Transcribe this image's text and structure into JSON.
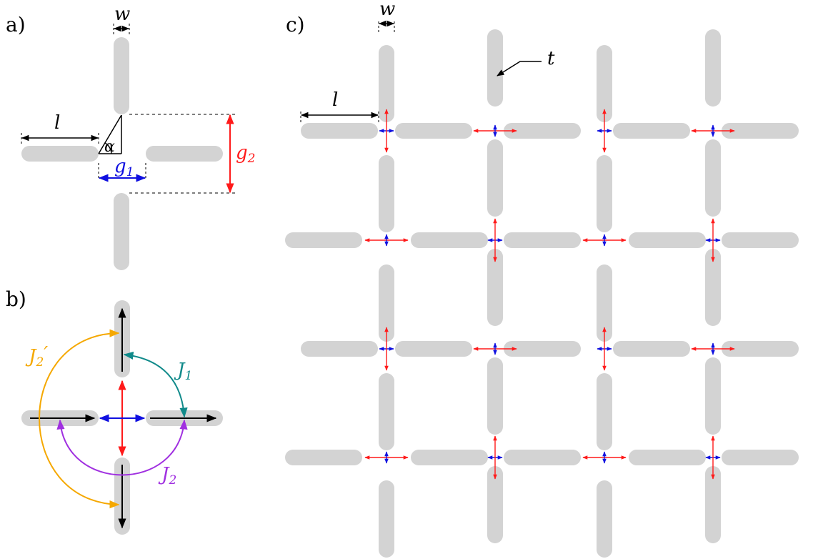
{
  "panels": {
    "a": {
      "label": "a)",
      "w": "w",
      "l": "l",
      "alpha": "α",
      "g1": "g",
      "g1_sub": "1",
      "g2": "g",
      "g2_sub": "2"
    },
    "b": {
      "label": "b)",
      "J1": "J",
      "J1_sub": "1",
      "J2": "J",
      "J2_sub": "2",
      "J2p": "J",
      "J2p_sub": "2",
      "J2p_prime": "′"
    },
    "c": {
      "label": "c)",
      "w": "w",
      "l": "l",
      "t": "t"
    }
  },
  "colors": {
    "bar": "#d3d3d3",
    "red": "#ff1a1a",
    "blue": "#1010e0",
    "teal": "#108a8a",
    "purple": "#a030e0",
    "orange": "#f5a800",
    "black": "#000000"
  }
}
